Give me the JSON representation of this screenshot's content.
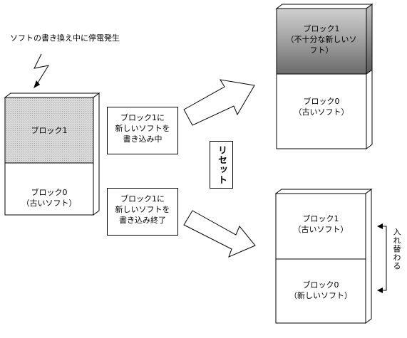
{
  "caption": "ソフトの書き換え中に停電発生",
  "left_stack": {
    "top_block": "ブロック1",
    "bottom_block_line1": "ブロック0",
    "bottom_block_line2": "（古いソフト）"
  },
  "process_box_top": {
    "line1": "ブロック1に",
    "line2": "新しいソフトを",
    "line3": "書き込み中"
  },
  "process_box_bottom": {
    "line1": "ブロック1に",
    "line2": "新しいソフトを",
    "line3": "書き込み終了"
  },
  "reset_label": "リセット",
  "right_top_stack": {
    "top_block_line1": "ブロック1",
    "top_block_line2": "（不十分な新しいソ",
    "top_block_line3": "フト）",
    "bottom_block_line1": "ブロック0",
    "bottom_block_line2": "（古いソフト）"
  },
  "right_bottom_stack": {
    "top_block_line1": "ブロック1",
    "top_block_line2": "（古いソフト）",
    "bottom_block_line1": "ブロック0",
    "bottom_block_line2": "（新しいソフト）"
  },
  "swap_label": "入れ替わる"
}
